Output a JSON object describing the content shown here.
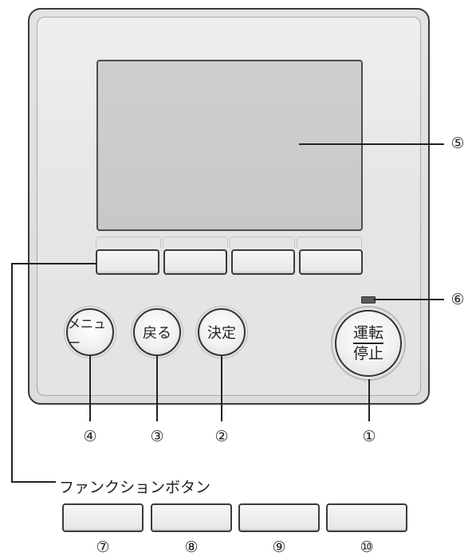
{
  "remote": {
    "buttons": {
      "menu": "メニュー",
      "back": "戻る",
      "confirm": "決定",
      "run_top": "運転",
      "run_bottom": "停止"
    },
    "function_caption": "ファンクションボタン",
    "callouts": {
      "n1": "①",
      "n2": "②",
      "n3": "③",
      "n4": "④",
      "n5": "⑤",
      "n6": "⑥",
      "n7": "⑦",
      "n8": "⑧",
      "n9": "⑨",
      "n10": "⑩"
    }
  }
}
